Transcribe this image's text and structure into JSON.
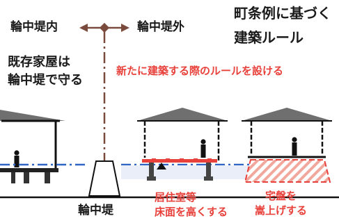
{
  "labels": {
    "inside": "輪中堤内",
    "outside": "輪中堤外",
    "title_line1": "町条例に基づく",
    "title_line2": "建築ルール",
    "existing_line1": "既存家屋は",
    "existing_line2": "輪中堤で守る",
    "new_rule": "新たに建築する際のルールを設ける",
    "embankment": "輪中堤",
    "raise_floor_line1": "居住室等",
    "raise_floor_line2": "床面を高くする",
    "raise_ground_line1": "宅盤を",
    "raise_ground_line2": "嵩上げする"
  },
  "colors": {
    "text_dark": "#1a1a1a",
    "accent_red": "#e8403a",
    "axis_brown": "#7a4a3c",
    "water_blue": "#2f63c4",
    "roof_gray": "#6f6f6f"
  }
}
